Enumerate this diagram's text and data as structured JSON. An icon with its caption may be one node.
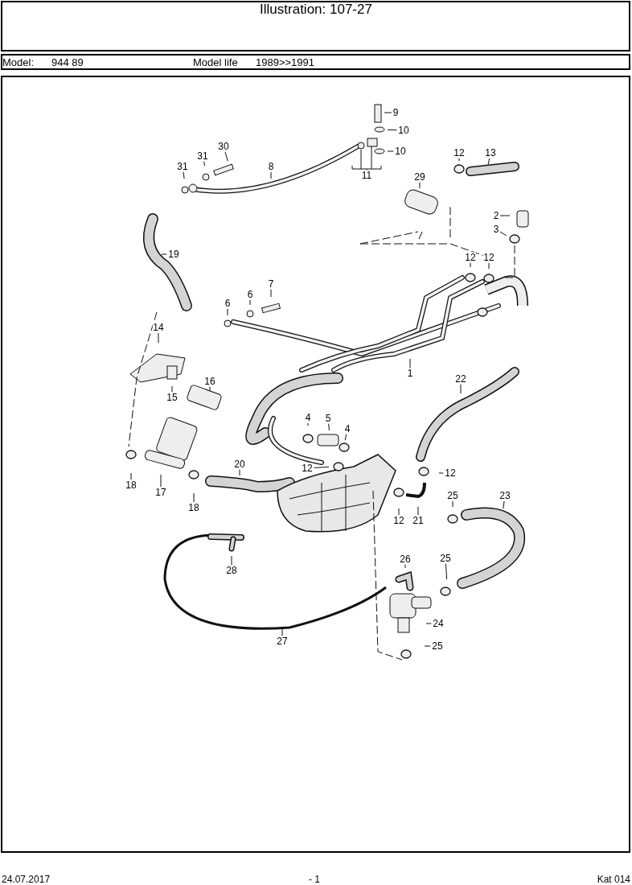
{
  "diagram": {
    "title": "Illustration: 107-27",
    "nodes": [
      {
        "text": [
          "9"
        ]
      },
      {
        "text": [
          "10"
        ]
      },
      {
        "text": [
          "10"
        ]
      },
      {
        "text": [
          "11"
        ]
      },
      {
        "text": [
          "8"
        ]
      },
      {
        "text": [
          "30"
        ]
      },
      {
        "text": [
          "31"
        ]
      },
      {
        "text": [
          "31"
        ]
      },
      {
        "text": [
          "12"
        ]
      },
      {
        "text": [
          "13"
        ]
      },
      {
        "text": [
          "29"
        ]
      },
      {
        "text": [
          "2"
        ]
      },
      {
        "text": [
          "3"
        ]
      },
      {
        "text": [
          "19"
        ]
      },
      {
        "text": [
          "12"
        ]
      },
      {
        "text": [
          "12"
        ]
      },
      {
        "text": [
          "7"
        ]
      },
      {
        "text": [
          "6"
        ]
      },
      {
        "text": [
          "6"
        ]
      },
      {
        "text": [
          "14"
        ]
      },
      {
        "text": [
          "1"
        ]
      },
      {
        "text": [
          "15"
        ]
      },
      {
        "text": [
          "16"
        ]
      },
      {
        "text": [
          "22"
        ]
      },
      {
        "text": [
          "4"
        ]
      },
      {
        "text": [
          "5"
        ]
      },
      {
        "text": [
          "4"
        ]
      },
      {
        "text": [
          "20"
        ]
      },
      {
        "text": [
          "12"
        ]
      },
      {
        "text": [
          "12"
        ]
      },
      {
        "text": [
          "18"
        ]
      },
      {
        "text": [
          "17"
        ]
      },
      {
        "text": [
          "18"
        ]
      },
      {
        "text": [
          "12"
        ]
      },
      {
        "text": [
          "21"
        ]
      },
      {
        "text": [
          "25"
        ]
      },
      {
        "text": [
          "23"
        ]
      },
      {
        "text": [
          "28"
        ]
      },
      {
        "text": [
          "26"
        ]
      },
      {
        "text": [
          "25"
        ]
      },
      {
        "text": [
          "24"
        ]
      },
      {
        "text": [
          "27"
        ]
      },
      {
        "text": [
          "25"
        ]
      }
    ],
    "edges": [
      {
        "from": 0,
        "to": null,
        "arrow": "none"
      },
      {
        "from": 1,
        "to": null,
        "arrow": "none"
      },
      {
        "from": 2,
        "to": null,
        "arrow": "none"
      },
      {
        "from": 4,
        "to": null,
        "arrow": "none"
      },
      {
        "from": 5,
        "to": null,
        "arrow": "none"
      },
      {
        "from": 6,
        "to": null,
        "arrow": "none"
      },
      {
        "from": 7,
        "to": null,
        "arrow": "none"
      },
      {
        "from": 8,
        "to": null,
        "arrow": "none"
      },
      {
        "from": 9,
        "to": null,
        "arrow": "none"
      },
      {
        "from": 10,
        "to": null,
        "arrow": "none"
      },
      {
        "from": 11,
        "to": null,
        "arrow": "none"
      },
      {
        "from": 12,
        "to": null,
        "arrow": "none"
      },
      {
        "from": 13,
        "to": null,
        "arrow": "none"
      },
      {
        "from": 14,
        "to": null,
        "arrow": "none"
      },
      {
        "from": 15,
        "to": null,
        "arrow": "none"
      },
      {
        "from": 16,
        "to": null,
        "arrow": "none"
      },
      {
        "from": 17,
        "to": null,
        "arrow": "none"
      },
      {
        "from": 18,
        "to": null,
        "arrow": "none"
      },
      {
        "from": 19,
        "to": null,
        "arrow": "none"
      },
      {
        "from": 20,
        "to": null,
        "arrow": "none"
      },
      {
        "from": 21,
        "to": null,
        "arrow": "none"
      },
      {
        "from": 22,
        "to": null,
        "arrow": "none"
      },
      {
        "from": 23,
        "to": null,
        "arrow": "none"
      },
      {
        "from": 24,
        "to": null,
        "arrow": "none"
      },
      {
        "from": 25,
        "to": null,
        "arrow": "none"
      },
      {
        "from": 26,
        "to": null,
        "arrow": "none"
      },
      {
        "from": 27,
        "to": null,
        "arrow": "none"
      },
      {
        "from": 28,
        "to": null,
        "arrow": "none"
      },
      {
        "from": 29,
        "to": null,
        "arrow": "none"
      },
      {
        "from": 30,
        "to": null,
        "arrow": "none"
      },
      {
        "from": 31,
        "to": null,
        "arrow": "none"
      },
      {
        "from": 32,
        "to": null,
        "arrow": "none"
      },
      {
        "from": 33,
        "to": null,
        "arrow": "none"
      },
      {
        "from": 34,
        "to": null,
        "arrow": "none"
      },
      {
        "from": 35,
        "to": null,
        "arrow": "none"
      },
      {
        "from": 36,
        "to": null,
        "arrow": "none"
      },
      {
        "from": 37,
        "to": null,
        "arrow": "none"
      },
      {
        "from": 38,
        "to": null,
        "arrow": "none"
      },
      {
        "from": 39,
        "to": null,
        "arrow": "none"
      },
      {
        "from": 40,
        "to": null,
        "arrow": "none"
      },
      {
        "from": 41,
        "to": null,
        "arrow": "none"
      },
      {
        "from": 42,
        "to": null,
        "arrow": "none"
      }
    ],
    "labels": [
      "Model:",
      "944 89",
      "Model life",
      "1989>>1991",
      "24.07.2017",
      "- 1",
      "Kat 014"
    ]
  }
}
